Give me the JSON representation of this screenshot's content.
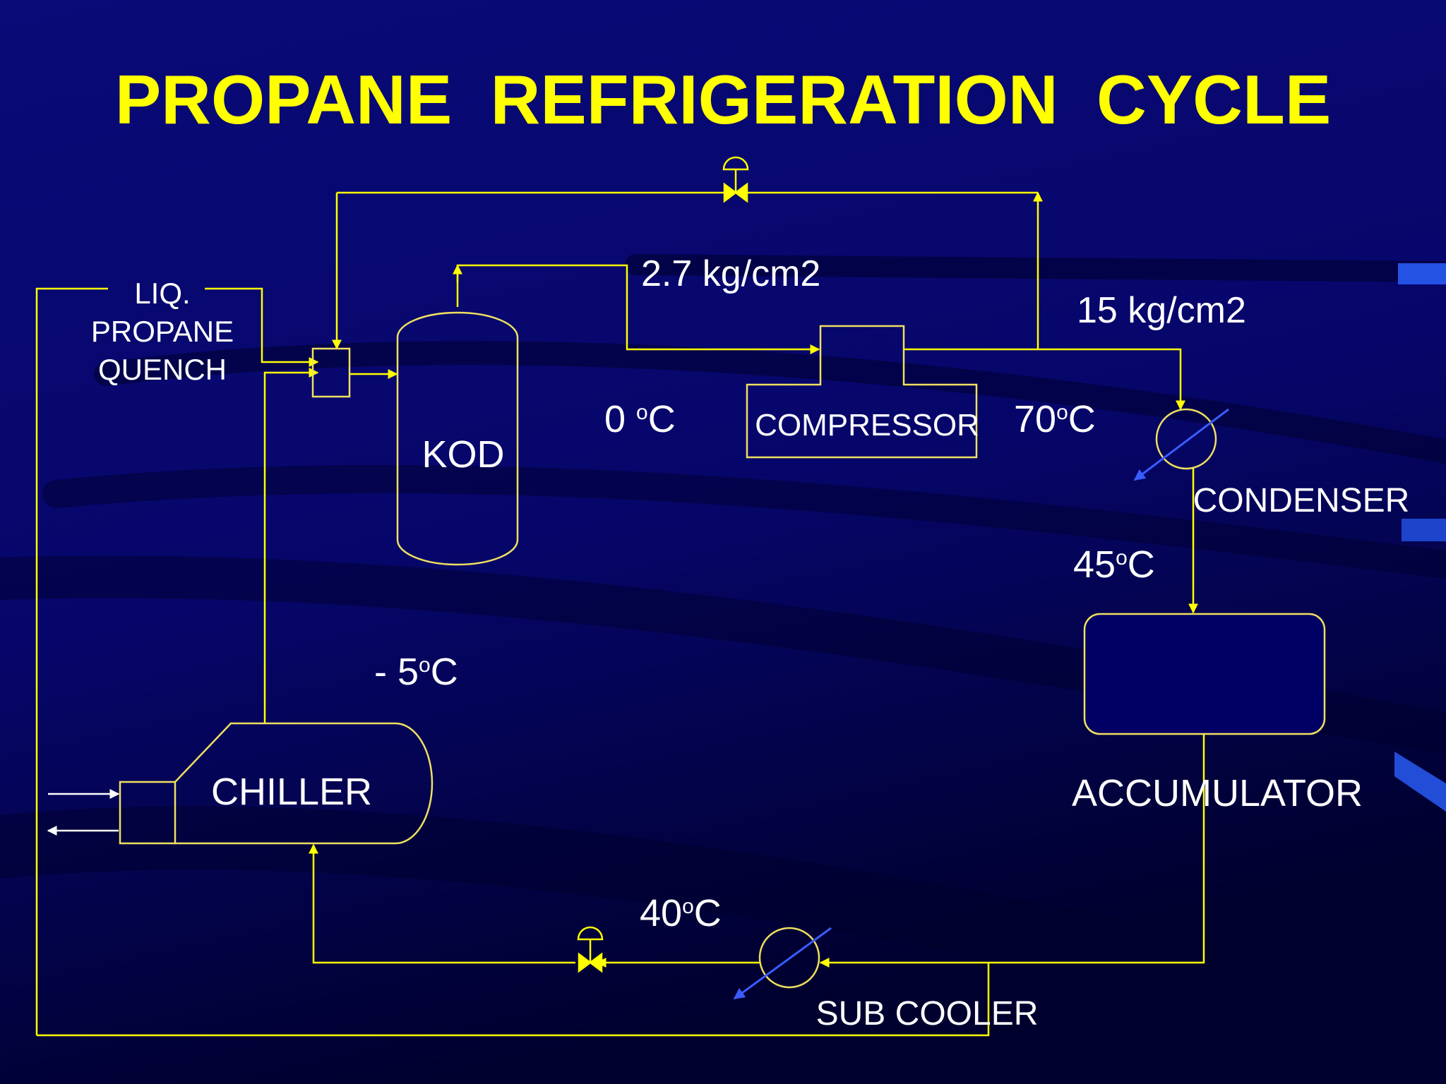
{
  "title": "PROPANE  REFRIGERATION  CYCLE",
  "colors": {
    "background_dark": "#00003c",
    "background_mid": "#0a0a8c",
    "title": "#ffff00",
    "pipe": "#ffff00",
    "equipment_outline": "#f0e060",
    "text": "#ffffff",
    "coil_arrow": "#3a5cff",
    "side_stripe": "#2a60ff"
  },
  "equipment": {
    "kod": "KOD",
    "compressor": "COMPRESSOR",
    "condenser": "CONDENSER",
    "accumulator": "ACCUMULATOR",
    "chiller": "CHILLER",
    "sub_cooler": "SUB COOLER"
  },
  "streams": {
    "quench_line1": "LIQ.",
    "quench_line2": "PROPANE",
    "quench_line3": "QUENCH"
  },
  "conditions": {
    "suction_pressure": "2.7 kg/cm2",
    "discharge_pressure": "15 kg/cm2",
    "kod_temp_value": "0 ",
    "kod_temp_unit": "C",
    "discharge_temp_value": "70",
    "discharge_temp_unit": "C",
    "condenser_out_temp_value": "45",
    "condenser_out_temp_unit": "C",
    "subcooler_temp_value": "40",
    "subcooler_temp_unit": "C",
    "chiller_temp_value": "- 5",
    "chiller_temp_unit": "C",
    "degree_mark": "o"
  },
  "icons": {
    "control_valve": "control-valve-icon",
    "heat_exchanger": "heat-exchanger-icon"
  }
}
